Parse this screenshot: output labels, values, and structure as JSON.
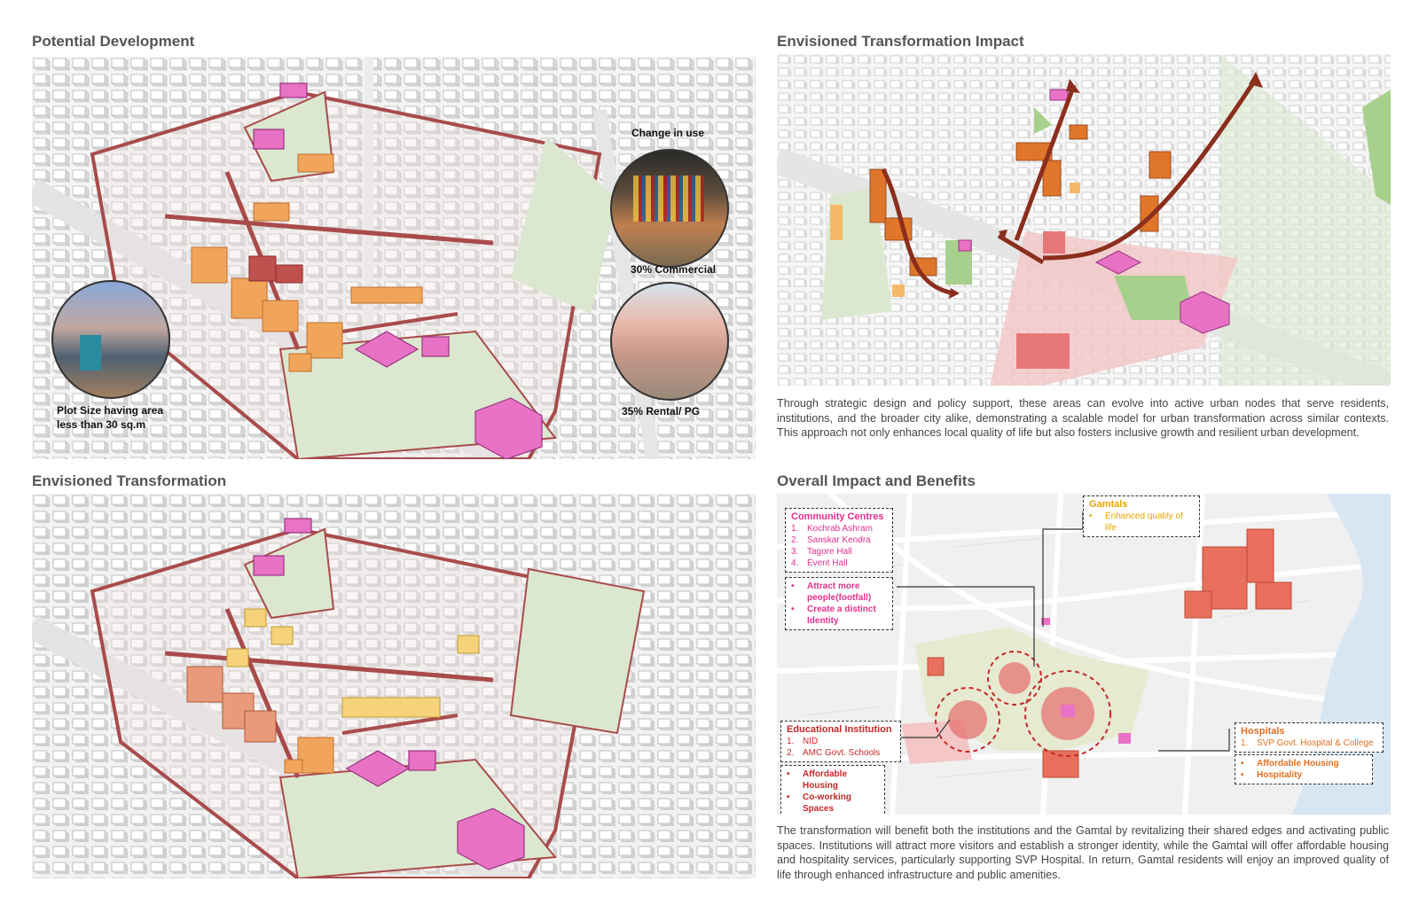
{
  "titles": {
    "potential": "Potential Development",
    "impact": "Envisioned Transformation Impact",
    "transformation": "Envisioned Transformation",
    "benefits": "Overall Impact and Benefits"
  },
  "potential_labels": {
    "change_use": "Change in use",
    "commercial": "30% Commercial",
    "rental": "35% Rental/ PG",
    "plot_line1": "Plot Size having area",
    "plot_line2": "less than 30 sq.m"
  },
  "impact_paragraph": "Through strategic design and policy support, these areas can evolve into active urban nodes that serve residents, institutions, and the broader city alike, demonstrating a scalable model for urban transformation across similar contexts. This approach not only enhances local quality of life but also fosters inclusive growth and resilient urban development.",
  "benefits_paragraph": "The transformation will benefit both the institutions and the Gamtal by revitalizing their shared edges and activating public spaces. Institutions will attract more visitors and establish a stronger identity, while the Gamtal will offer affordable housing and hospitality services, particularly supporting SVP Hospital. In return, Gamtal residents will enjoy an improved quality of life through enhanced infrastructure and public amenities.",
  "callouts": {
    "community": {
      "title": "Community Centres",
      "items": [
        "Kochrab Ashram",
        "Sanskar Kendra",
        "Tagore Hall",
        "Event Hall"
      ],
      "nums": [
        "1.",
        "2.",
        "3.",
        "4."
      ],
      "benefits": [
        "Attract more",
        "people(footfall)",
        "Create a distinct",
        "Identity"
      ]
    },
    "gamtals": {
      "title": "Gamtals",
      "benefit": "Enhanced quality of life"
    },
    "education": {
      "title": "Educational Institution",
      "items": [
        "NID",
        "AMC Govt. Schools"
      ],
      "nums": [
        "1.",
        "2."
      ],
      "benefits": [
        "Affordable Housing",
        "Co-working Spaces"
      ]
    },
    "hospitals": {
      "title": "Hospitals",
      "items": [
        "SVP Govt. Hospital & College"
      ],
      "nums": [
        "1."
      ],
      "benefits": [
        "Affordable Housing",
        "Hospitality"
      ]
    }
  },
  "colors": {
    "community": "#e0308f",
    "gamtals": "#e8a400",
    "education": "#c62828",
    "hospitals": "#e07020",
    "park": "#dbe8cf",
    "magenta": "#e872c4",
    "orange": "#f0a55a",
    "road": "#a94b4b"
  }
}
